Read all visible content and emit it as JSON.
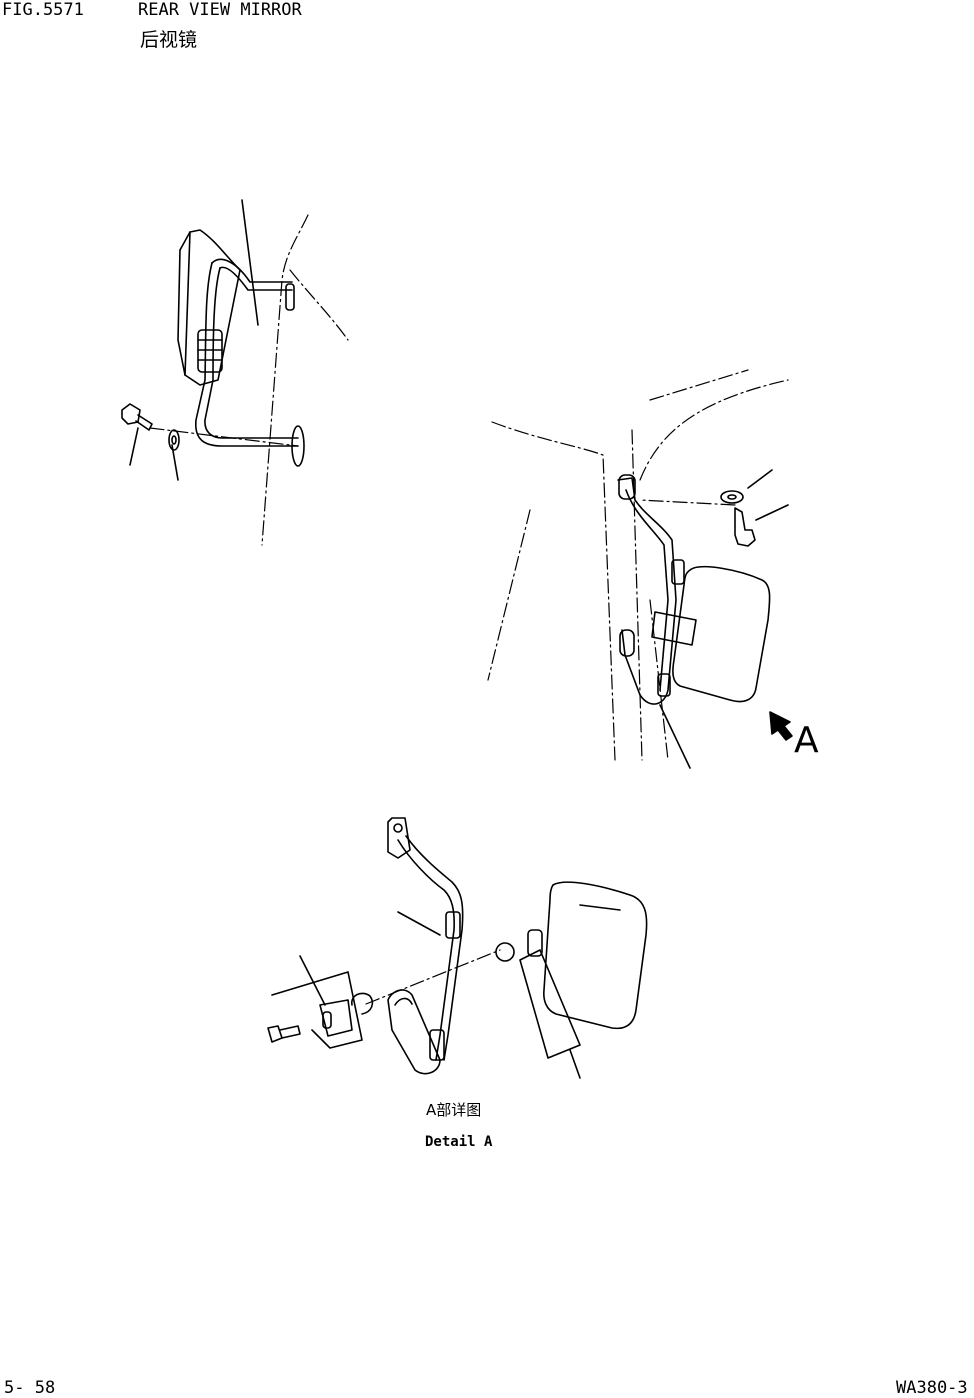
{
  "header": {
    "fig_number": "FIG.5571",
    "title_en": "REAR VIEW MIRROR",
    "title_cn": "后视镜"
  },
  "view_label": "A",
  "detail": {
    "label_cn": "A部详图",
    "label_en": "Detail A"
  },
  "footer": {
    "page": "5- 58",
    "model": "WA380-3"
  }
}
